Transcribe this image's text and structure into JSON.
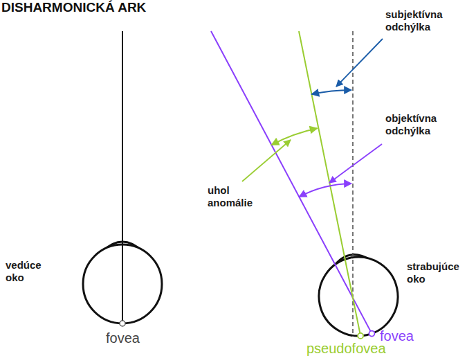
{
  "diagram": {
    "title": "DISHARMONICKÁ ARK",
    "labels": [
      "subjektívna odchýlka",
      "objektívna odchýlka",
      "uhol anomálie",
      "vedúce oko",
      "strabujúce oko",
      "fovea",
      "pseudofovea",
      "fovea"
    ]
  }
}
